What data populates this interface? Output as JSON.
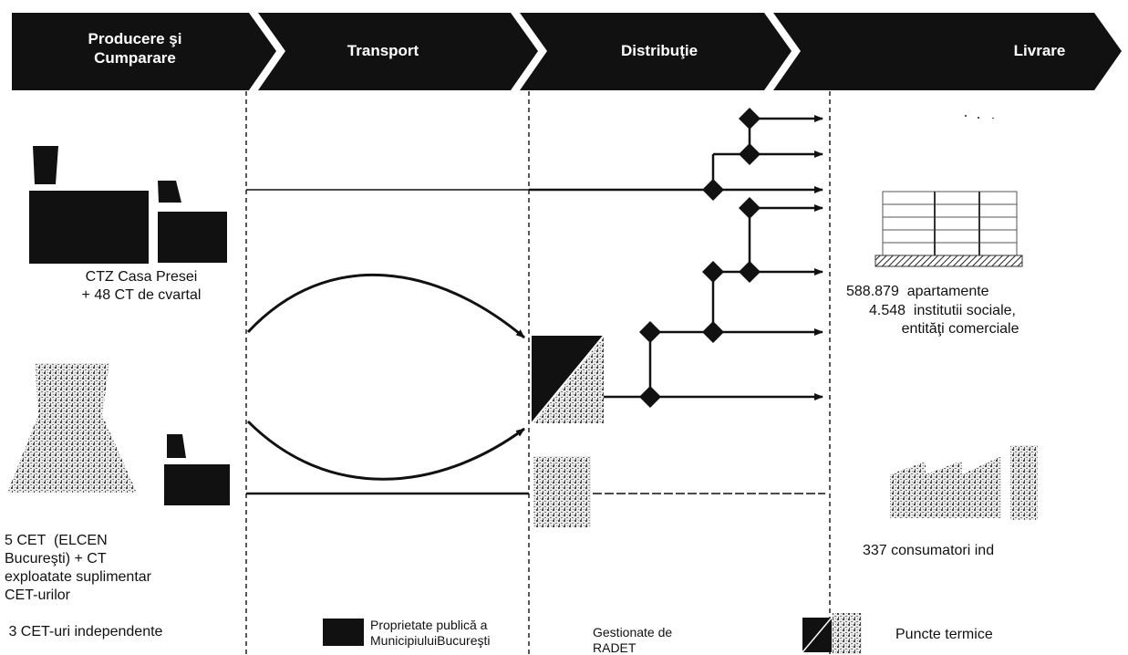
{
  "header": {
    "stage1": "Producere şi\nCumparare",
    "stage2": "Transport",
    "stage3": "Distribuţie",
    "stage4": "Livrare"
  },
  "production": {
    "chp_caption": "CTZ Casa Presei\n+ 48 CT de cvartal",
    "cet_caption_1": "5 CET  (ELCEN\nBucureşti) + CT\nexploatate suplimentar\nCET-urilor",
    "cet_caption_2": " 3 CET-uri independente"
  },
  "delivery": {
    "apartments": "588.879  apartamente",
    "institutions": "4.548  institutii sociale,\n        entităţi comerciale",
    "industrial": "337 consumatori ind"
  },
  "legend": {
    "public_property": "Proprietate publică a\nMunicipiuluiBucureşti",
    "managed_by": "Gestionate de\nRADET",
    "substations": "Puncte termice"
  },
  "colors": {
    "banner": "#111111",
    "ink": "#111111",
    "paper": "#ffffff"
  }
}
